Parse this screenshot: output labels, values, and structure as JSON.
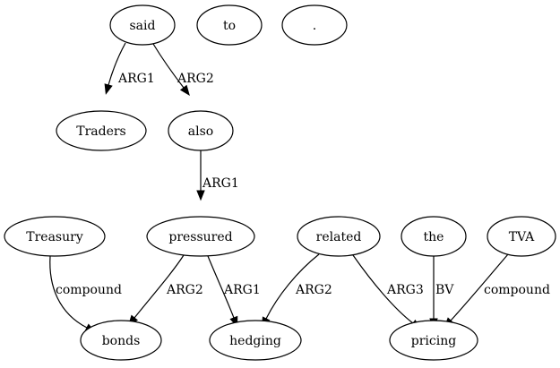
{
  "graph": {
    "nodes": [
      {
        "id": "said",
        "label": "said"
      },
      {
        "id": "to",
        "label": "to"
      },
      {
        "id": "period",
        "label": "."
      },
      {
        "id": "traders",
        "label": "Traders"
      },
      {
        "id": "also",
        "label": "also"
      },
      {
        "id": "pressured",
        "label": "pressured"
      },
      {
        "id": "treasury",
        "label": "Treasury"
      },
      {
        "id": "related",
        "label": "related"
      },
      {
        "id": "the",
        "label": "the"
      },
      {
        "id": "tva",
        "label": "TVA"
      },
      {
        "id": "bonds",
        "label": "bonds"
      },
      {
        "id": "hedging",
        "label": "hedging"
      },
      {
        "id": "pricing",
        "label": "pricing"
      }
    ],
    "edges": [
      {
        "id": "said-traders",
        "from": "said",
        "to": "traders",
        "label": "ARG1"
      },
      {
        "id": "said-also",
        "from": "said",
        "to": "also",
        "label": "ARG2"
      },
      {
        "id": "also-pressured",
        "from": "also",
        "to": "pressured",
        "label": "ARG1"
      },
      {
        "id": "treasury-bonds",
        "from": "treasury",
        "to": "bonds",
        "label": "compound"
      },
      {
        "id": "pressured-bonds",
        "from": "pressured",
        "to": "bonds",
        "label": "ARG2"
      },
      {
        "id": "pressured-hedging",
        "from": "pressured",
        "to": "hedging",
        "label": "ARG1"
      },
      {
        "id": "related-hedging",
        "from": "related",
        "to": "hedging",
        "label": "ARG2"
      },
      {
        "id": "related-pricing",
        "from": "related",
        "to": "pricing",
        "label": "ARG3"
      },
      {
        "id": "the-pricing",
        "from": "the",
        "to": "pricing",
        "label": "BV"
      },
      {
        "id": "tva-pricing",
        "from": "tva",
        "to": "pricing",
        "label": "compound"
      }
    ]
  }
}
